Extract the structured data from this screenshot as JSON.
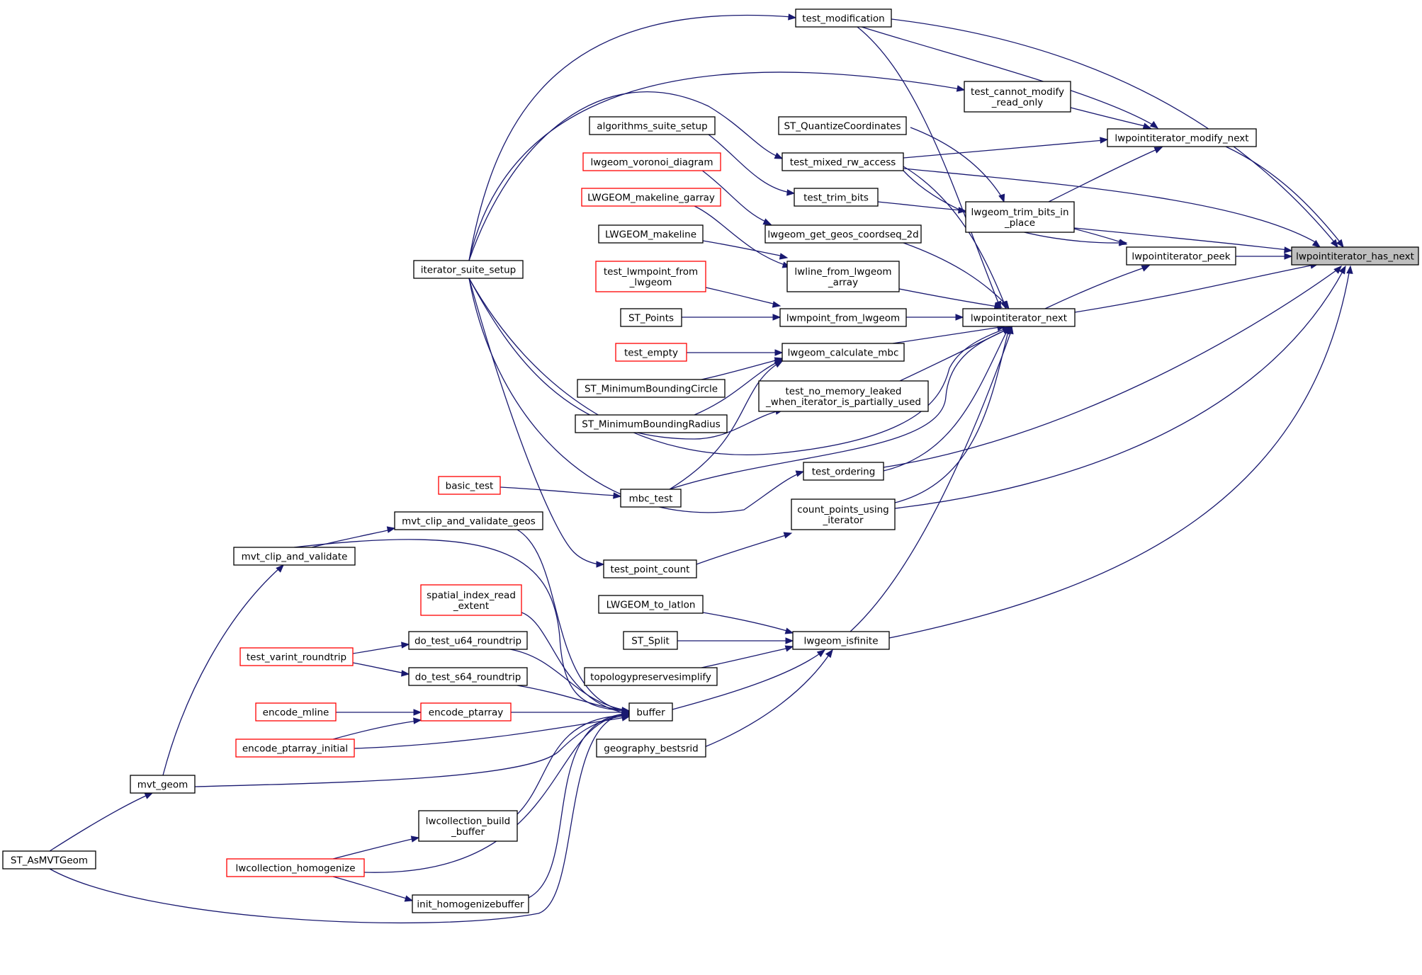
{
  "diagram": {
    "root": "lwpointiterator_has_next",
    "edge_color": "#191970",
    "node_border_default": "#000000",
    "node_border_truncated": "#ff0000",
    "root_fill": "#bfbfbf",
    "nodes": [
      {
        "id": "has_next",
        "lines": [
          "lwpointiterator_has_next"
        ],
        "style": "root"
      },
      {
        "id": "test_modification",
        "lines": [
          "test_modification"
        ],
        "style": "black"
      },
      {
        "id": "test_cannot_modify",
        "lines": [
          "test_cannot_modify",
          "_read_only"
        ],
        "style": "black"
      },
      {
        "id": "modify_next",
        "lines": [
          "lwpointiterator_modify_next"
        ],
        "style": "black"
      },
      {
        "id": "st_quantize",
        "lines": [
          "ST_QuantizeCoordinates"
        ],
        "style": "black"
      },
      {
        "id": "algorithms_suite_setup",
        "lines": [
          "algorithms_suite_setup"
        ],
        "style": "black"
      },
      {
        "id": "test_mixed_rw",
        "lines": [
          "test_mixed_rw_access"
        ],
        "style": "black"
      },
      {
        "id": "voronoi",
        "lines": [
          "lwgeom_voronoi_diagram"
        ],
        "style": "red"
      },
      {
        "id": "test_trim_bits",
        "lines": [
          "test_trim_bits"
        ],
        "style": "black"
      },
      {
        "id": "trim_bits_in_place",
        "lines": [
          "lwgeom_trim_bits_in",
          "_place"
        ],
        "style": "black"
      },
      {
        "id": "makeline_garray",
        "lines": [
          "LWGEOM_makeline_garray"
        ],
        "style": "red"
      },
      {
        "id": "coordseq_2d",
        "lines": [
          "lwgeom_get_geos_coordseq_2d"
        ],
        "style": "black"
      },
      {
        "id": "peek",
        "lines": [
          "lwpointiterator_peek"
        ],
        "style": "black"
      },
      {
        "id": "makeline",
        "lines": [
          "LWGEOM_makeline"
        ],
        "style": "black"
      },
      {
        "id": "iterator_suite_setup",
        "lines": [
          "iterator_suite_setup"
        ],
        "style": "black"
      },
      {
        "id": "lwline_from_lwgeom_array",
        "lines": [
          "lwline_from_lwgeom",
          "_array"
        ],
        "style": "black"
      },
      {
        "id": "test_lwmpoint_from_lwgeom",
        "lines": [
          "test_lwmpoint_from",
          "_lwgeom"
        ],
        "style": "red"
      },
      {
        "id": "st_points",
        "lines": [
          "ST_Points"
        ],
        "style": "black"
      },
      {
        "id": "lwmpoint_from_lwgeom",
        "lines": [
          "lwmpoint_from_lwgeom"
        ],
        "style": "black"
      },
      {
        "id": "iter_next",
        "lines": [
          "lwpointiterator_next"
        ],
        "style": "black"
      },
      {
        "id": "test_empty",
        "lines": [
          "test_empty"
        ],
        "style": "red"
      },
      {
        "id": "calc_mbc",
        "lines": [
          "lwgeom_calculate_mbc"
        ],
        "style": "black"
      },
      {
        "id": "st_min_circle",
        "lines": [
          "ST_MinimumBoundingCircle"
        ],
        "style": "black"
      },
      {
        "id": "test_no_memory",
        "lines": [
          "test_no_memory_leaked",
          "_when_iterator_is_partially_used"
        ],
        "style": "black"
      },
      {
        "id": "st_min_radius",
        "lines": [
          "ST_MinimumBoundingRadius"
        ],
        "style": "black"
      },
      {
        "id": "test_ordering",
        "lines": [
          "test_ordering"
        ],
        "style": "black"
      },
      {
        "id": "basic_test",
        "lines": [
          "basic_test"
        ],
        "style": "red"
      },
      {
        "id": "mbc_test",
        "lines": [
          "mbc_test"
        ],
        "style": "black"
      },
      {
        "id": "count_points",
        "lines": [
          "count_points_using",
          "_iterator"
        ],
        "style": "black"
      },
      {
        "id": "mvt_clip_geos",
        "lines": [
          "mvt_clip_and_validate_geos"
        ],
        "style": "black"
      },
      {
        "id": "mvt_clip",
        "lines": [
          "mvt_clip_and_validate"
        ],
        "style": "black"
      },
      {
        "id": "test_point_count",
        "lines": [
          "test_point_count"
        ],
        "style": "black"
      },
      {
        "id": "spatial_index",
        "lines": [
          "spatial_index_read",
          "_extent"
        ],
        "style": "red"
      },
      {
        "id": "latlon",
        "lines": [
          "LWGEOM_to_latlon"
        ],
        "style": "black"
      },
      {
        "id": "u64",
        "lines": [
          "do_test_u64_roundtrip"
        ],
        "style": "black"
      },
      {
        "id": "st_split",
        "lines": [
          "ST_Split"
        ],
        "style": "black"
      },
      {
        "id": "isfinite",
        "lines": [
          "lwgeom_isfinite"
        ],
        "style": "black"
      },
      {
        "id": "varint",
        "lines": [
          "test_varint_roundtrip"
        ],
        "style": "red"
      },
      {
        "id": "s64",
        "lines": [
          "do_test_s64_roundtrip"
        ],
        "style": "black"
      },
      {
        "id": "topology",
        "lines": [
          "topologypreservesimplify"
        ],
        "style": "black"
      },
      {
        "id": "encode_mline",
        "lines": [
          "encode_mline"
        ],
        "style": "red"
      },
      {
        "id": "encode_ptarray",
        "lines": [
          "encode_ptarray"
        ],
        "style": "red"
      },
      {
        "id": "buffer",
        "lines": [
          "buffer"
        ],
        "style": "black"
      },
      {
        "id": "encode_ptarray_initial",
        "lines": [
          "encode_ptarray_initial"
        ],
        "style": "red"
      },
      {
        "id": "bestsrid",
        "lines": [
          "geography_bestsrid"
        ],
        "style": "black"
      },
      {
        "id": "mvt_geom",
        "lines": [
          "mvt_geom"
        ],
        "style": "black"
      },
      {
        "id": "lwcoll_build",
        "lines": [
          "lwcollection_build",
          "_buffer"
        ],
        "style": "black"
      },
      {
        "id": "st_asmvtgeom",
        "lines": [
          "ST_AsMVTGeom"
        ],
        "style": "black"
      },
      {
        "id": "lwcoll_homog",
        "lines": [
          "lwcollection_homogenize"
        ],
        "style": "red"
      },
      {
        "id": "init_homog",
        "lines": [
          "init_homogenizebuffer"
        ],
        "style": "black"
      }
    ]
  }
}
